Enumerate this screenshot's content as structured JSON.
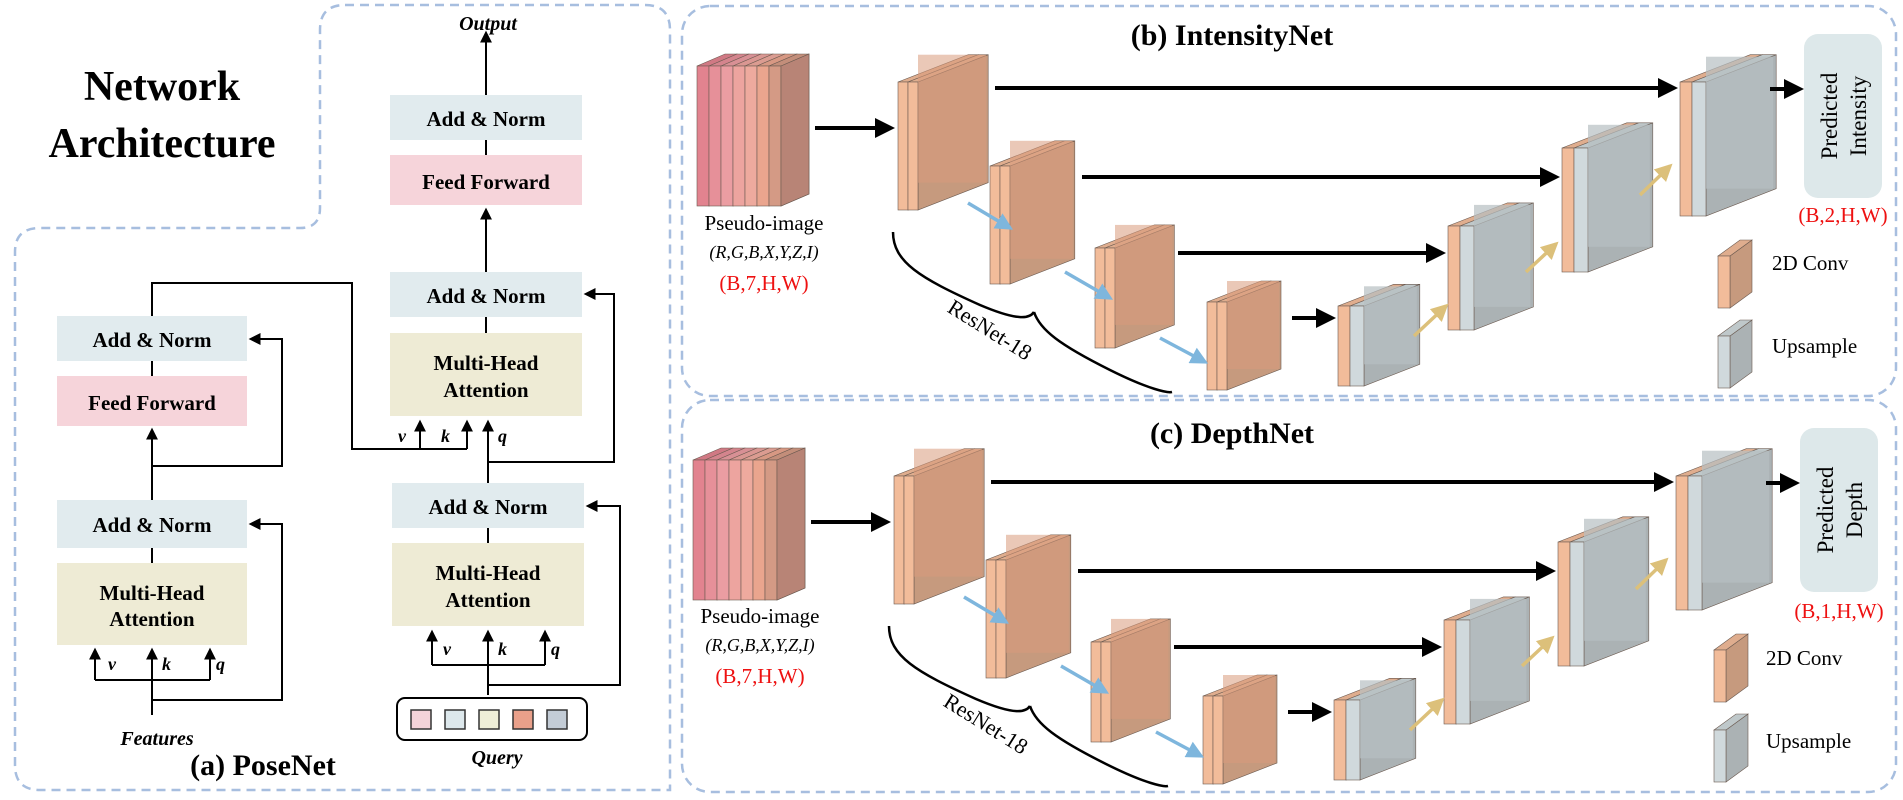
{
  "title": {
    "line1": "Network",
    "line2": "Architecture"
  },
  "posenet": {
    "caption": "(a) PoseNet",
    "output_label": "Output",
    "features_label": "Features",
    "query_label": "Query",
    "add_norm": "Add & Norm",
    "feed_forward": "Feed Forward",
    "mha_line1": "Multi-Head",
    "mha_line2": "Attention",
    "v": "v",
    "k": "k",
    "q": "q",
    "query_token_colors": [
      "#f4d3d9",
      "#dde8ec",
      "#eeeed8",
      "#e9a08a",
      "#c3ccd6"
    ]
  },
  "intensitynet": {
    "title": "(b) IntensityNet",
    "input_label": "Pseudo-image",
    "input_channels": "(R,G,B,X,Y,Z,I)",
    "input_shape": "(B,7,H,W)",
    "encoder_label": "ResNet-18",
    "output_line1": "Predicted",
    "output_line2": "Intensity",
    "output_shape": "(B,2,H,W)",
    "legend_conv": "2D Conv",
    "legend_upsample": "Upsample"
  },
  "depthnet": {
    "title": "(c) DepthNet",
    "input_label": "Pseudo-image",
    "input_channels": "(R,G,B,X,Y,Z,I)",
    "input_shape": "(B,7,H,W)",
    "encoder_label": "ResNet-18",
    "output_line1": "Predicted",
    "output_line2": "Depth",
    "output_shape": "(B,1,H,W)",
    "legend_conv": "2D Conv",
    "legend_upsample": "Upsample"
  },
  "colors": {
    "dashed_border": "#a7bedf",
    "add_norm_fill": "#e1ebee",
    "feed_forward_fill": "#f6d4da",
    "attention_fill": "#eeebd5",
    "conv_front": "#f2bc9a",
    "conv_side": "#d89b7b",
    "upsample_front": "#d0d9dc",
    "skip_arrow": "#000000",
    "down_arrow": "#7eb6dd",
    "up_arrow": "#dcc07a",
    "shape_text": "#ee1111",
    "output_box": "#dde8ea"
  }
}
